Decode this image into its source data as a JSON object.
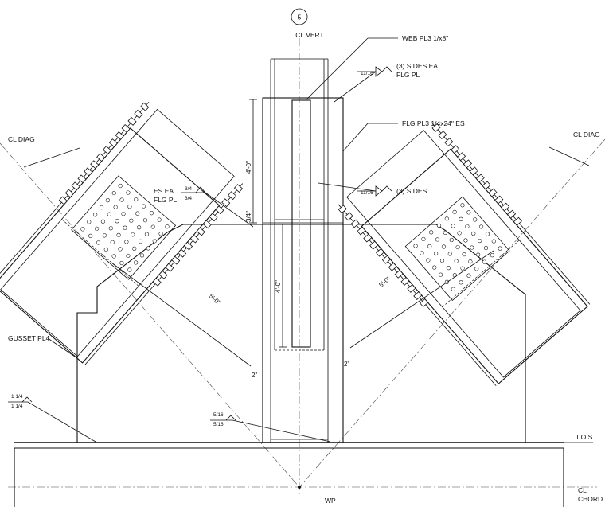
{
  "grid_bubble": "5",
  "labels": {
    "cl_vert": "CL VERT",
    "web_pl": "WEB PL3 1/x8\"",
    "sides_ea": "(3) SIDES EA",
    "flg_pl_note": "FLG PL",
    "weld_1116_top": "11/16",
    "flg_pl_es": "FLG PL3 1/4x24\" ES",
    "cl_diag_left": "CL DIAG",
    "cl_diag_right": "CL DIAG",
    "es_ea": "ES EA.",
    "flg_pl_left": "FLG PL",
    "weld_34_a": "3/4",
    "weld_34_b": "3/4",
    "weld_1116_mid": "11/16",
    "sides_3": "(3) SIDES",
    "dim_34": "3/4\"",
    "dim_40_top": "4'-0\"",
    "dim_40_mid": "4'-0\"",
    "dim_50_left": "5'-0\"",
    "dim_50_right": "5'-0\"",
    "dim_2_left": "2\"",
    "dim_2_right": "2\"",
    "gusset": "GUSSET PL4",
    "weld_114_a": "1 1/4",
    "weld_114_b": "1 1/4",
    "weld_516_a": "5/16",
    "weld_516_b": "5/16",
    "tos": "T.O.S.",
    "wp": "WP",
    "cl_chord_1": "CL",
    "cl_chord_2": "CHORD"
  },
  "icons": {
    "bolt": "bolt-hole-icon",
    "weld_flag": "weld-symbol-icon",
    "grid_bubble": "grid-bubble-icon"
  }
}
